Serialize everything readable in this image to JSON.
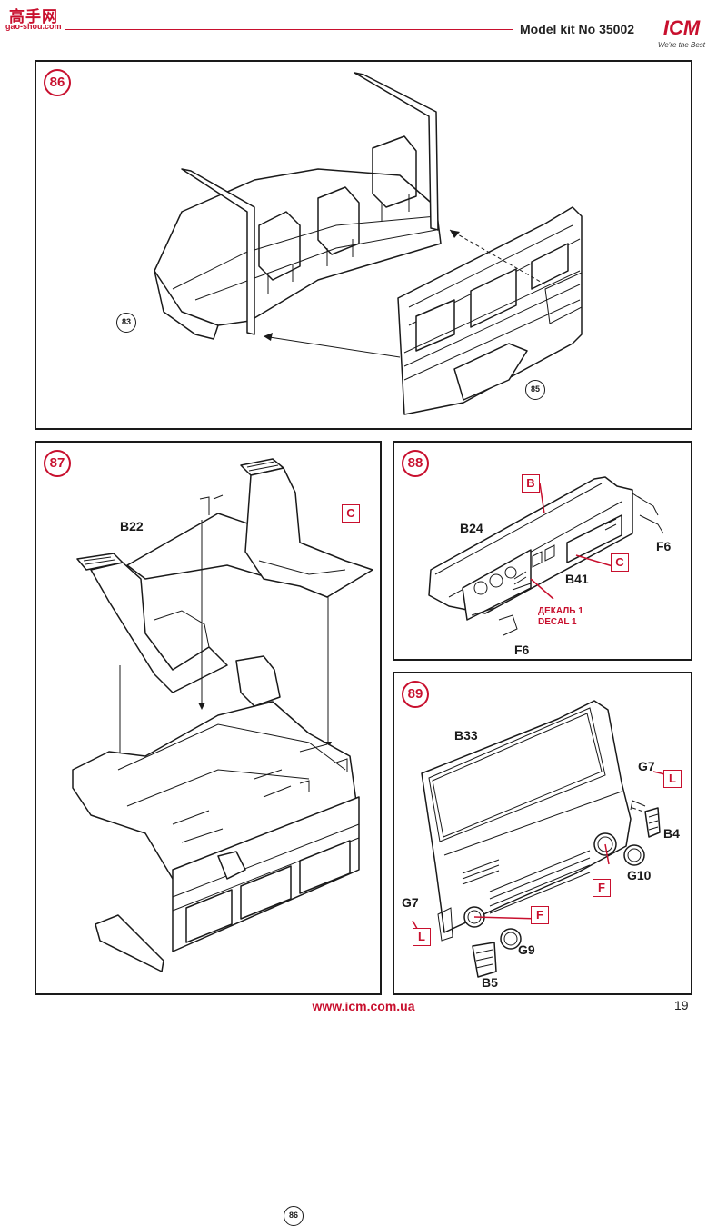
{
  "watermark": {
    "title": "高手网",
    "url": "gao-shou.com"
  },
  "header": {
    "kit_label": "Model kit No 35002"
  },
  "logo": {
    "brand": "ICM",
    "tagline": "We're the Best"
  },
  "panels": {
    "p86": {
      "step": "86",
      "refs": {
        "r83": "83",
        "r85": "85"
      }
    },
    "p87": {
      "step": "87",
      "parts": {
        "b22": "B22"
      },
      "boxes": {
        "c": "C"
      },
      "refs": {
        "r86": "86"
      }
    },
    "p88": {
      "step": "88",
      "parts": {
        "b24": "B24",
        "b41": "B41",
        "f6a": "F6",
        "f6b": "F6"
      },
      "boxes": {
        "b": "B",
        "c": "C"
      },
      "decal": {
        "line1": "ДЕКАЛЬ 1",
        "line2": "DECAL 1"
      }
    },
    "p89": {
      "step": "89",
      "parts": {
        "b33": "B33",
        "g7a": "G7",
        "b4": "B4",
        "g10": "G10",
        "g7b": "G7",
        "g9": "G9",
        "b5": "B5"
      },
      "boxes": {
        "l1": "L",
        "f1": "F",
        "f2": "F",
        "l2": "L"
      }
    }
  },
  "footer": {
    "url": "www.icm.com.ua",
    "page": "19"
  },
  "colors": {
    "accent": "#c8102e",
    "line": "#1a1a1a"
  }
}
